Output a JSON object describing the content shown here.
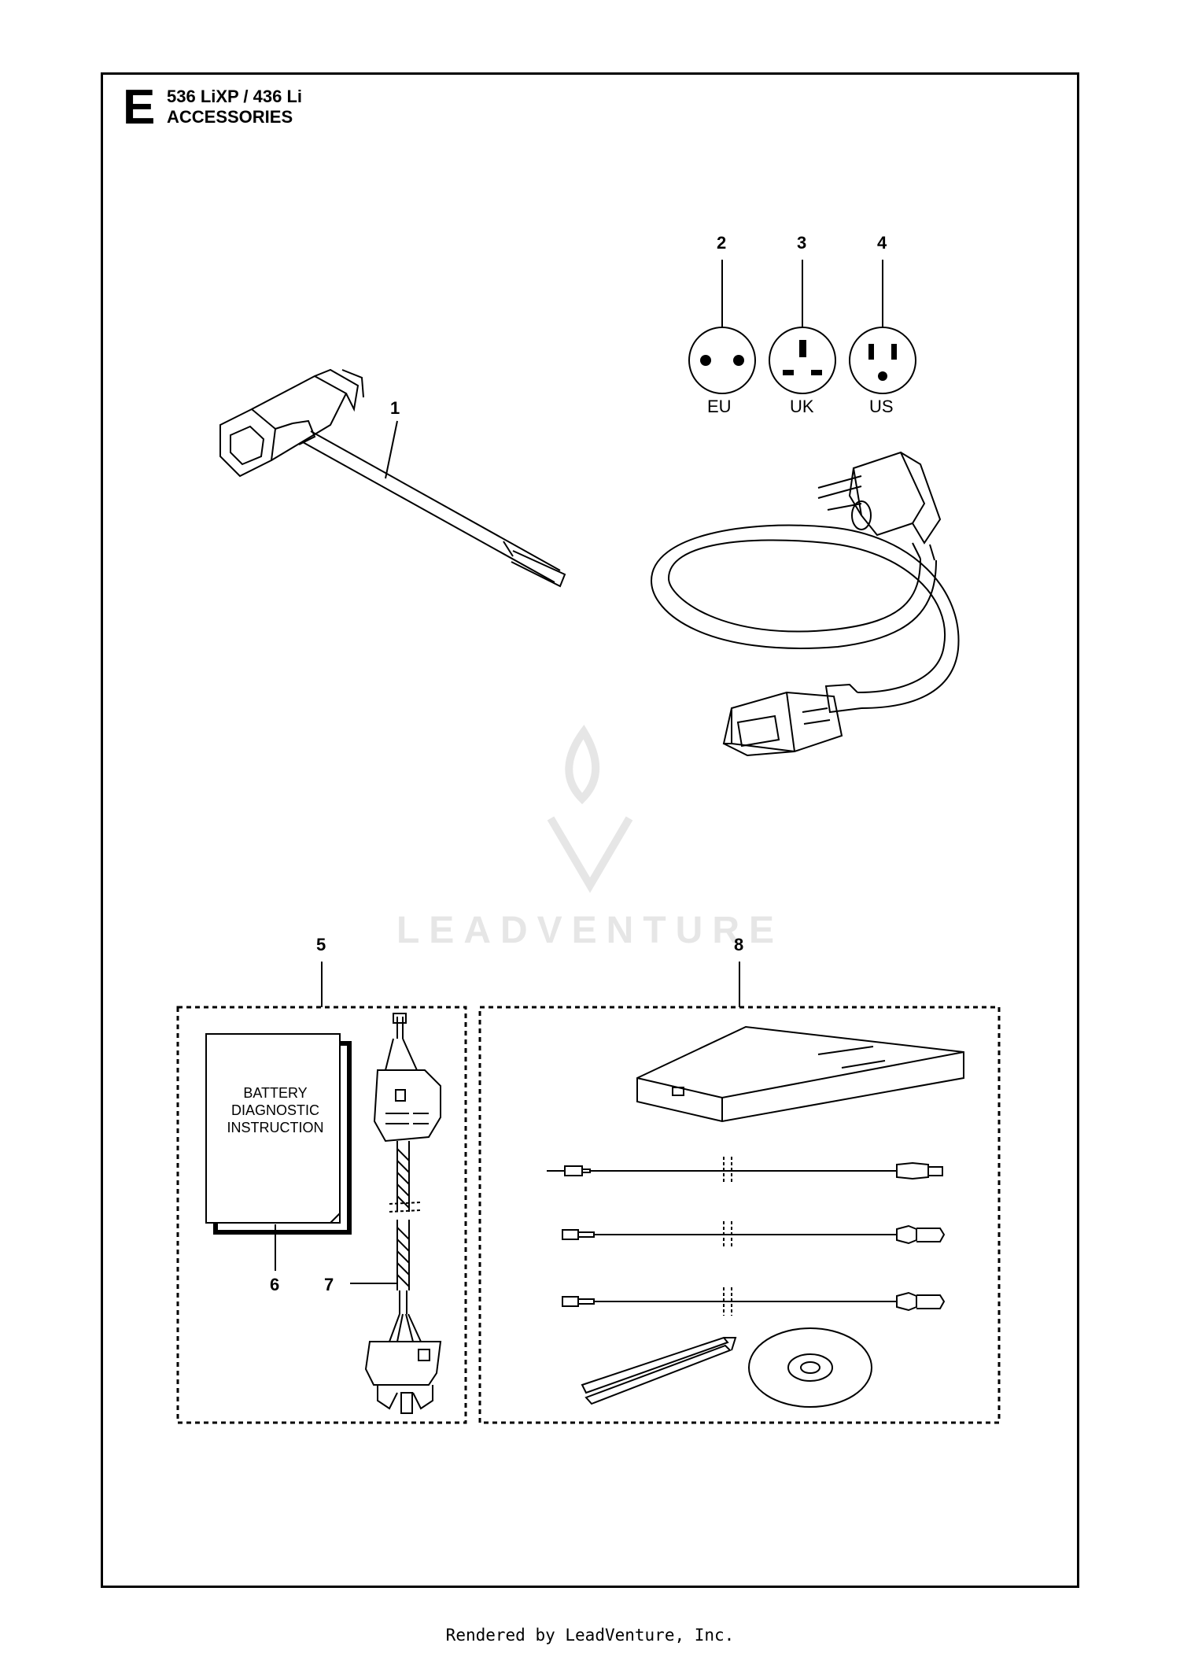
{
  "header": {
    "section_letter": "E",
    "title_line1": "536 LiXP / 436 Li",
    "title_line2": "ACCESSORIES"
  },
  "callouts": [
    "1",
    "2",
    "3",
    "4",
    "5",
    "6",
    "7",
    "8"
  ],
  "plug_labels": [
    "EU",
    "UK",
    "US"
  ],
  "booklet": {
    "line1": "BATTERY",
    "line2": "DIAGNOSTIC",
    "line3": "INSTRUCTION"
  },
  "watermark": "LEADVENTURE",
  "footer": "Rendered by LeadVenture, Inc.",
  "colors": {
    "line": "#000000",
    "watermark": "#e6e6e6"
  }
}
